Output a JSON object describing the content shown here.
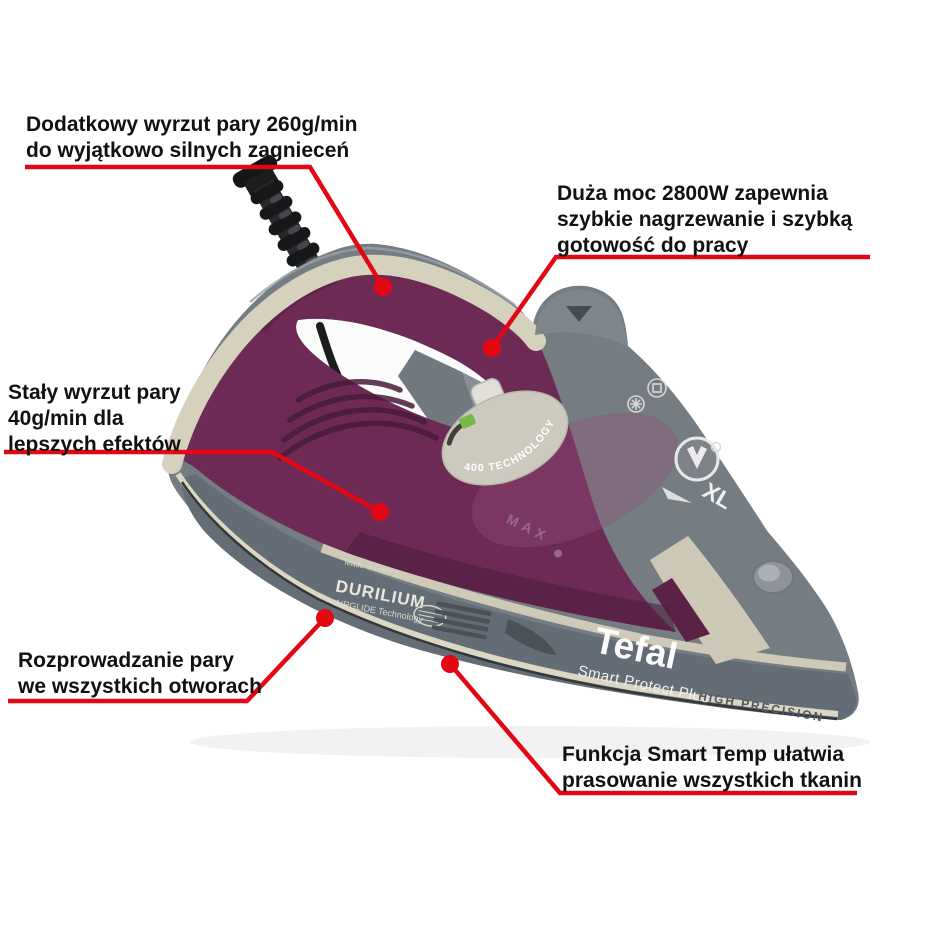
{
  "annotations": {
    "extra_burst": {
      "lines": [
        "Dodatkowy wyrzut pary 260g/min",
        "do wyjątkowo silnych zagnieceń"
      ]
    },
    "power": {
      "lines": [
        "Duża moc 2800W zapewnia",
        "szybkie nagrzewanie i szybką",
        "gotowość do pracy"
      ]
    },
    "steady_steam": {
      "lines": [
        "Stały wyrzut pary",
        "40g/min dla",
        "lepszych efektów"
      ]
    },
    "distribution": {
      "lines": [
        "Rozprowadzanie pary",
        "we wszystkich otworach"
      ]
    },
    "smart_temp": {
      "lines": [
        "Funkcja Smart Temp ułatwia",
        "prasowanie wszystkich tkanin"
      ]
    }
  },
  "product": {
    "brand": "Tefal",
    "model": "Smart Protect Plus",
    "precision_label": "HIGH PRECISION",
    "soleplate_label": "DURILIUM",
    "soleplate_sub": "AIRGLIDE Technology",
    "made_in": "Made in France",
    "max_label": "MAX",
    "xl_label": "XL",
    "badge_text": "400 TECHNOLOGY"
  },
  "colors": {
    "accent_red": "#e30613",
    "body_purple": "#6d2a55",
    "trim_champagne": "#d6d1bd",
    "housing_gray": "#757c82",
    "skirt_gray": "#646d75",
    "text_black": "#111111"
  }
}
